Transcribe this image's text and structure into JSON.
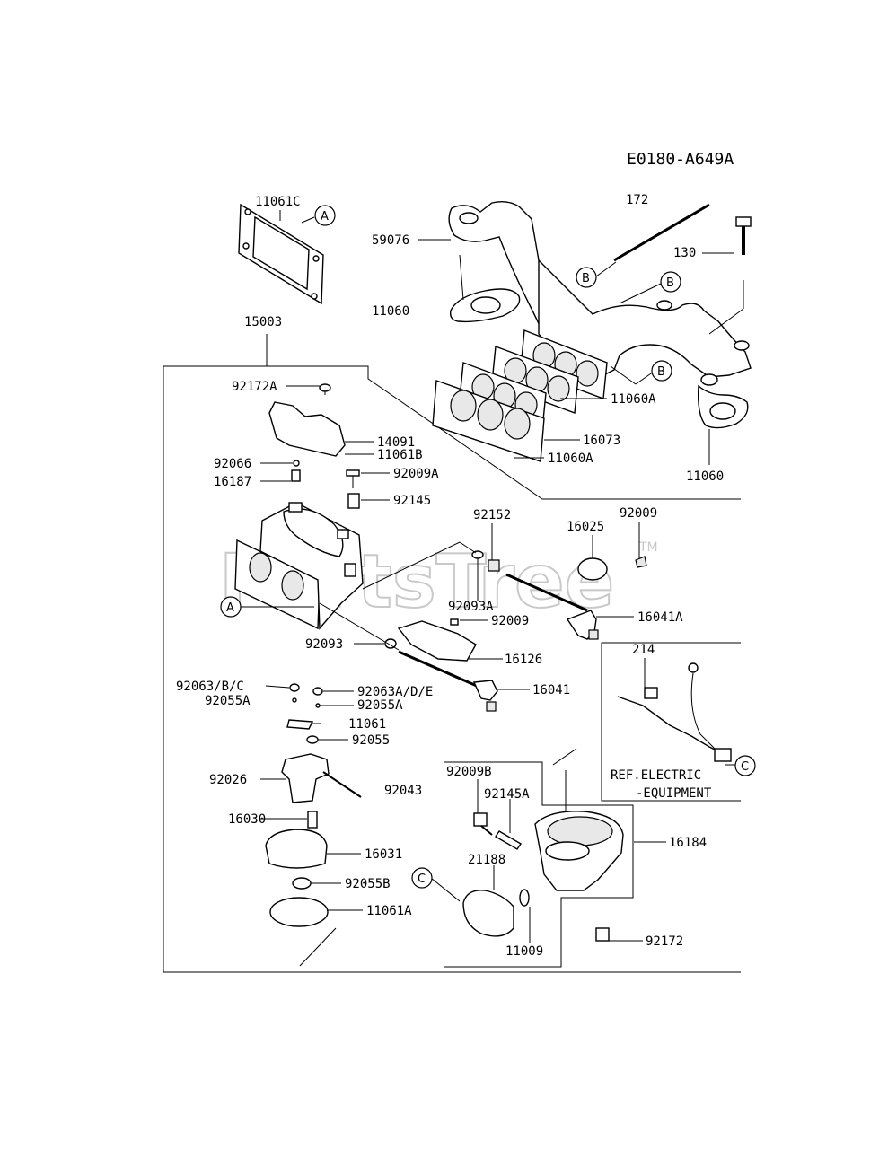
{
  "diagram_code": "E0180-A649A",
  "watermark": {
    "text": "PartsTree",
    "trademark": "TM"
  },
  "ref_note": {
    "line1": "REF.ELECTRIC",
    "line2": "-EQUIPMENT"
  },
  "callouts": {
    "A": "A",
    "B": "B",
    "C": "C"
  },
  "labels": {
    "p11061C": "11061C",
    "p172": "172",
    "p59076": "59076",
    "p130": "130",
    "p11060_top": "11060",
    "p15003": "15003",
    "p92172A": "92172A",
    "p11060A_1": "11060A",
    "p16073": "16073",
    "p14091": "14091",
    "p11061B": "11061B",
    "p11060A_2": "11060A",
    "p11060_right": "11060",
    "p92066": "92066",
    "p92009A": "92009A",
    "p16187": "16187",
    "p92145": "92145",
    "p92152": "92152",
    "p92009_r": "92009",
    "p16025": "16025",
    "p92093A": "92093A",
    "p92009_m": "92009",
    "p16041A": "16041A",
    "p92093": "92093",
    "p16126": "16126",
    "p214": "214",
    "p92063BC": "92063/B/C",
    "p92055A_l": "92055A",
    "p92063ADE": "92063A/D/E",
    "p92055A_r": "92055A",
    "p16041": "16041",
    "p11061": "11061",
    "p92055": "92055",
    "p92026": "92026",
    "p92043": "92043",
    "p92009B": "92009B",
    "p92145A": "92145A",
    "p16184": "16184",
    "p16030": "16030",
    "p16031": "16031",
    "p21188": "21188",
    "p92055B": "92055B",
    "p11061A": "11061A",
    "p11009": "11009",
    "p92172": "92172"
  }
}
